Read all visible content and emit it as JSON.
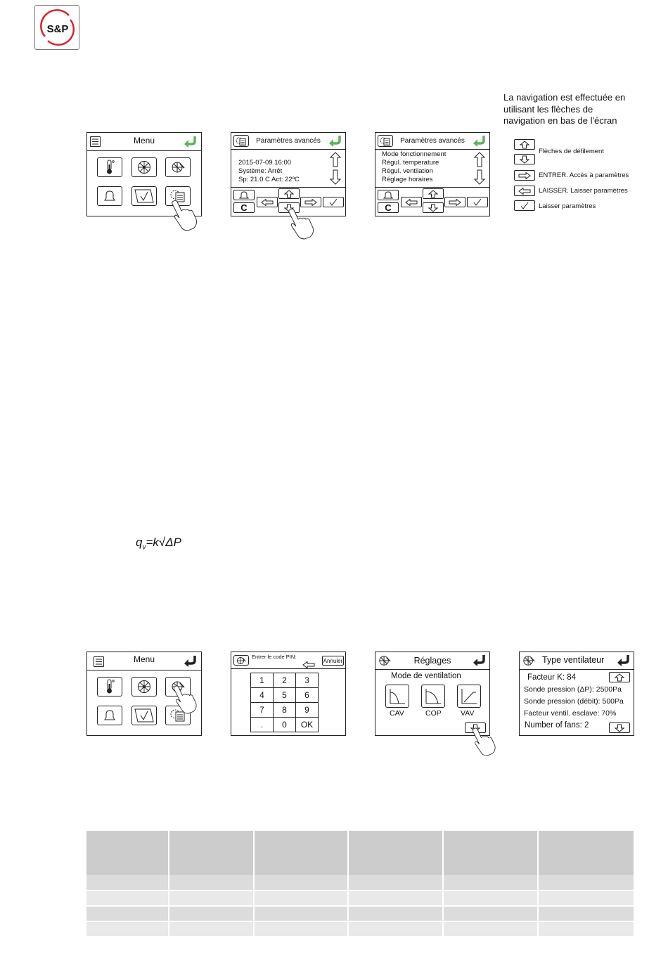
{
  "logo": {
    "text": "S&P",
    "color": "#d6262b"
  },
  "nav_intro": {
    "line1": "La navigation est effectuée en",
    "line2": "utilisant les flèches de",
    "line3": "navigation en bas de l'écran"
  },
  "legend": {
    "scroll": "Flèches de défilement",
    "enter": "ENTRER. Accès  à paramètres",
    "leave": "LAISSER.  Laisser paramètres",
    "check": "Laisser paramètres"
  },
  "screen_menu": {
    "title": "Menu"
  },
  "screen_adv1": {
    "title": "Paramètres avancés",
    "line1": "2015-07-09  16:00",
    "line2": "Système: Arrêt",
    "line3": "Sp: 21.0 C   Act: 22ºC",
    "c_label": "C"
  },
  "screen_adv2": {
    "title": "Paramètres avancés",
    "items": [
      "Mode fonctionnement",
      "Régul. temperature",
      "Régul. ventilation",
      "Réglage horaires"
    ],
    "c_label": "C"
  },
  "formula": {
    "q": "q",
    "sub": "v",
    "rest": "=k√ΔP"
  },
  "screen_menu2": {
    "title": "Menu"
  },
  "screen_pin": {
    "prompt": "Entrer le code PIN:",
    "cancel": "Annuler",
    "keys": [
      [
        "1",
        "2",
        "3"
      ],
      [
        "4",
        "5",
        "6"
      ],
      [
        "7",
        "8",
        "9"
      ],
      [
        ".",
        "0",
        "OK"
      ]
    ]
  },
  "screen_reglages": {
    "title": "Réglages",
    "subtitle": "Mode de ventilation",
    "modes": [
      "CAV",
      "COP",
      "VAV"
    ]
  },
  "screen_type": {
    "title": "Type ventilateur",
    "lines": [
      "Facteur K:  84",
      "Sonde pression (ΔP):  2500Pa",
      "Sonde pression (débit): 500Pa",
      "Facteur ventil. esclave:  70%",
      "Number of fans:  2"
    ]
  },
  "colors": {
    "green_arrow": "#5bb35b",
    "black_arrow": "#222222",
    "table_header": "#cccccc"
  }
}
